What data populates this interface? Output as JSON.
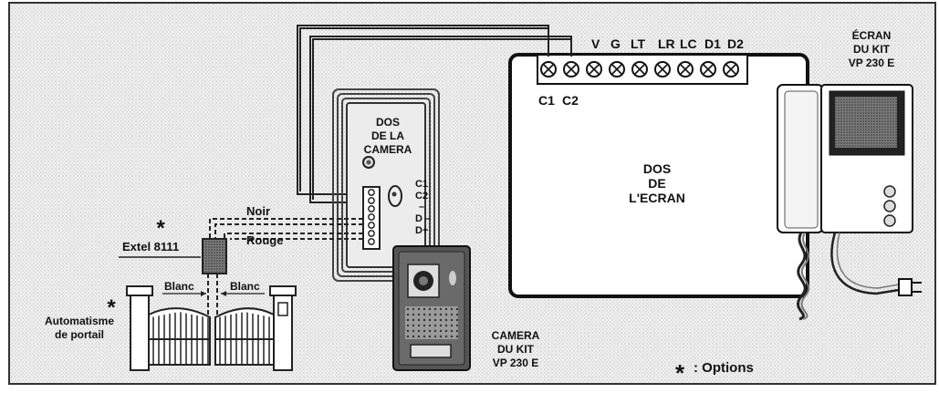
{
  "labels": {
    "terminals_top": [
      "V",
      "G",
      "LT",
      "LR",
      "LC",
      "D1",
      "D2"
    ],
    "terminals_bottom_c1": "C1",
    "terminals_bottom_c2": "C2",
    "screen_title_1": "ÉCRAN",
    "screen_title_2": "DU KIT",
    "screen_title_3": "VP 230 E",
    "screen_back_1": "DOS",
    "screen_back_2": "DE",
    "screen_back_3": "L'ECRAN",
    "camera_back_1": "DOS",
    "camera_back_2": "DE LA",
    "camera_back_3": "CAMERA",
    "camera_terms": [
      "C1",
      "C2",
      "–",
      "D –",
      "D+"
    ],
    "wire_noir": "Noir",
    "wire_rouge": "Rouge",
    "wire_blanc_left": "Blanc",
    "wire_blanc_right": "Blanc",
    "extel": "Extel 8111",
    "automatisme_1": "Automatisme",
    "automatisme_2": "de portail",
    "camera_kit_1": "CAMERA",
    "camera_kit_2": "DU KIT",
    "camera_kit_3": "VP 230 E",
    "options": ": Options",
    "star": "*"
  },
  "colors": {
    "frame": "#333333",
    "wire": "#222222",
    "panel": "#ffffff",
    "camera_face": "#555555",
    "dot_bg": "#e9e9e9"
  },
  "icons": [
    "terminal-screw-icon",
    "option-star-icon",
    "power-plug-icon",
    "handset-icon",
    "gate-icon"
  ]
}
